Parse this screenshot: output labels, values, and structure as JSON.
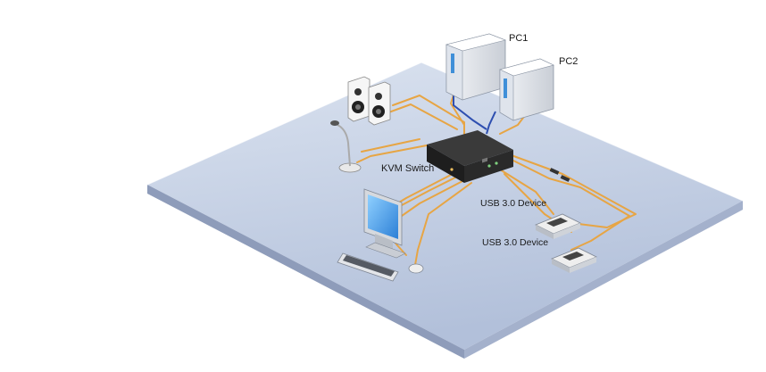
{
  "labels": {
    "pc1": "PC1",
    "pc2": "PC2",
    "kvm_switch": "KVM Switch",
    "usb_device_1": "USB 3.0 Device",
    "usb_device_2": "USB 3.0 Device"
  },
  "colors": {
    "floor_top": "#cfd9ea",
    "floor_bottom": "#aebdd8",
    "floor_edge": "#7f8fb0",
    "cable": "#e7a544",
    "switch_body": "#2c2c2c",
    "tower_accent": "#3f8fd8"
  }
}
